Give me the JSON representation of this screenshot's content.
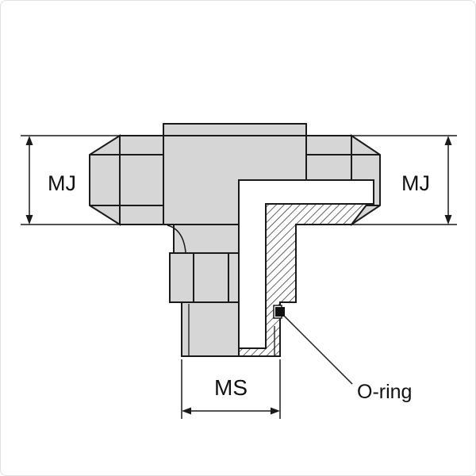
{
  "diagram": {
    "labels": {
      "mj_left": "MJ",
      "mj_right": "MJ",
      "ms": "MS",
      "oring": "O-ring"
    },
    "colors": {
      "background": "#ffffff",
      "body_fill": "#d6d6d6",
      "line": "#1a1a1a",
      "hatch": "#222222"
    }
  }
}
